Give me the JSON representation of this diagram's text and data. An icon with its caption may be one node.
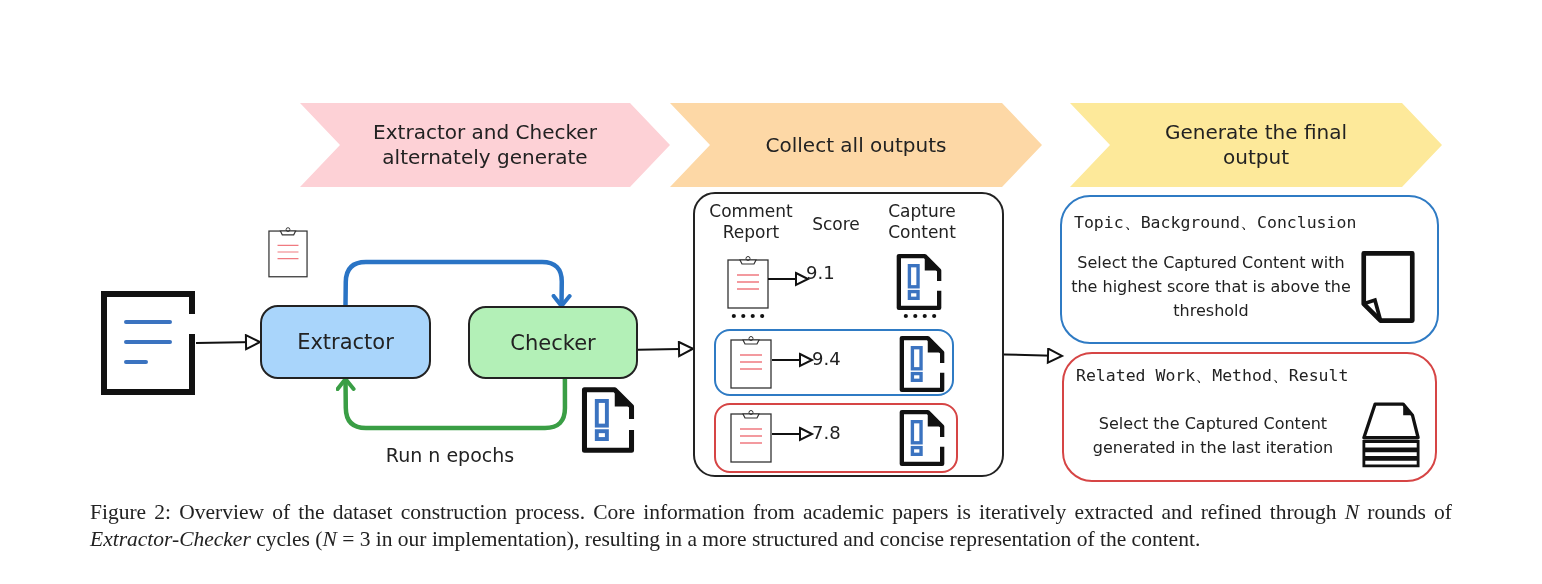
{
  "diagram": {
    "caption": "Figure 2: Overview of the dataset construction process. Core information from academic papers is iteratively extracted and refined through *N* rounds of *Extractor-Checker* cycles (*N* = 3 in our implementation), resulting in a more structured and concise representation of the content.",
    "nodes": [
      {
        "text": [
          "Extractor and Checker alternately generate"
        ]
      },
      {
        "text": [
          "Collect all outputs"
        ]
      },
      {
        "text": [
          "Generate the final output"
        ]
      },
      {
        "text": [],
        "shape": "document"
      },
      {
        "text": [
          "Extractor"
        ]
      },
      {
        "text": [
          "Checker"
        ]
      },
      {
        "text": [
          "Comment Report",
          "Score",
          "Capture Content"
        ]
      },
      {
        "text": [
          "9.4"
        ],
        "in": 6
      },
      {
        "text": [
          "7.8"
        ],
        "in": 6
      },
      {
        "text": [
          "Topic、Background、Conclusion",
          "Select the Captured Content with the highest score that is above the threshold"
        ]
      },
      {
        "text": [
          "Related Work、Method、Result",
          "Select the Captured Content generated in the last iteration"
        ]
      }
    ],
    "edges": [
      {
        "from": 3,
        "to": 4,
        "arrow": "to"
      },
      {
        "from": 4,
        "to": 5,
        "arrow": "to",
        "style": "thick",
        "color": "#2a74c5"
      },
      {
        "from": 5,
        "to": 4,
        "arrow": "to",
        "style": "thick",
        "color": "#3a9e45",
        "label": "Run n epochs"
      },
      {
        "from": 5,
        "to": 6,
        "arrow": "to"
      },
      {
        "from": 6,
        "to": 10,
        "arrow": "to"
      }
    ],
    "labels": [
      "9.1"
    ]
  }
}
